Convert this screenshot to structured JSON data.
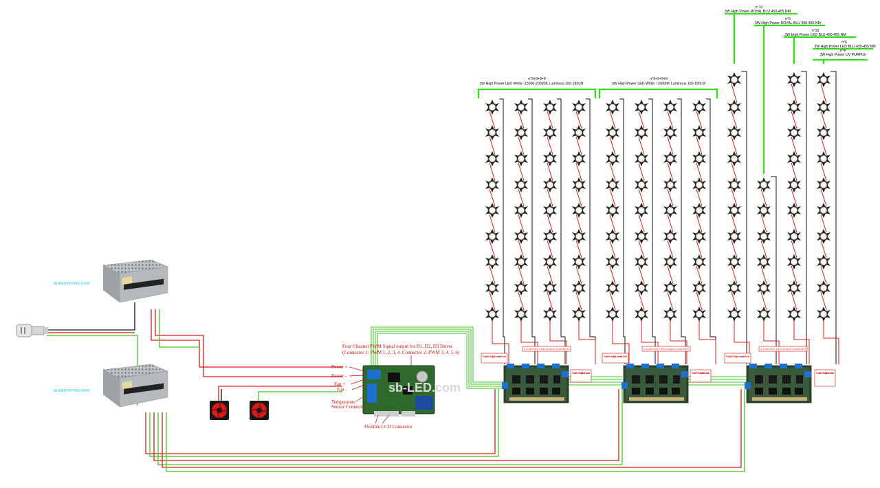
{
  "diagram": {
    "led_groups": [
      {
        "count": "n°9+9+9+9",
        "desc": "3W High Power LED White -15000-20000K Luminous 160-180LM"
      },
      {
        "count": "n°9+9+9+9",
        "desc": "3W High Power LED White ~10000K Luminous 160-180LM"
      }
    ],
    "color_channels": [
      {
        "count": "n°10",
        "desc": "3W High Power ROYAL BLU 450-455 NM"
      },
      {
        "count": "n°6",
        "desc": "3W High Power ROYAL BLU 450-455 NM"
      },
      {
        "count": "n°10",
        "desc": "3W High Power LED BLU 450-455 NM"
      },
      {
        "count": "n°6",
        "desc": "3W High Power LED BLU 450-455 NM"
      },
      {
        "count": "n°4",
        "desc": "3W High Power UV PURPLE"
      }
    ],
    "psu": [
      {
        "label": "ALIMENTATORE 150W"
      },
      {
        "label": "ALIMENTATORE 240W"
      }
    ],
    "controller": {
      "title_line1": "Four Channel PWM Signal output for D1, D2, D3 Driver",
      "title_line2": "(Connector 1: PWM 1, 2, 3, 4.  Connector 2: PWM 3, 4, 5, 6)",
      "pins": [
        "Power +",
        "Power -",
        "Fan +",
        "Fan -",
        "Temperature",
        "Sensor Connector"
      ],
      "lcd": "Flexible LCD Connector",
      "watermark": "sb-LED.com"
    },
    "driver_labels": {
      "power_pwm": "Power & PWM Signal Connector to Dimmer",
      "led_output": "4 Channels LED Output Connector",
      "pwm_out": "Power&PWM Signal Wire Connector"
    },
    "colors": {
      "wire_red": "#e01818",
      "wire_green": "#3ec81e",
      "wire_black": "#111111",
      "bracket": "#2ee010",
      "annotation": "#d01010",
      "psu_label": "#18c8e8"
    }
  }
}
